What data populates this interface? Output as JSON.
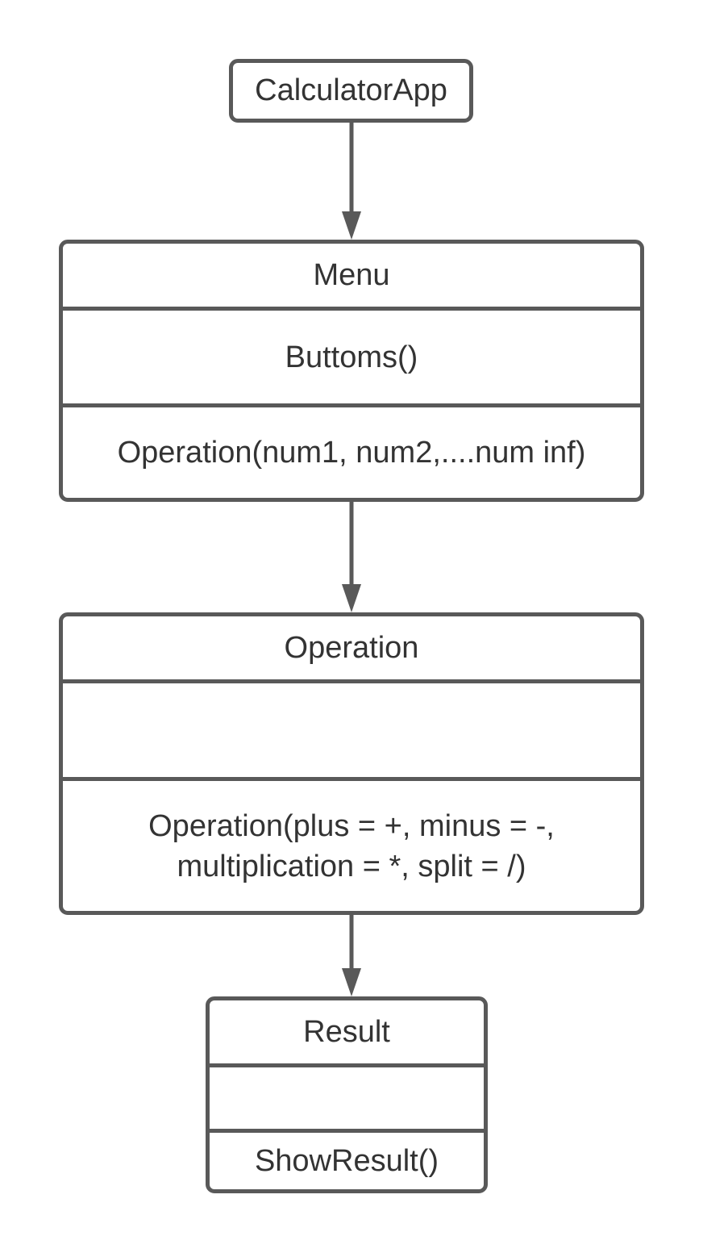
{
  "diagram": {
    "root": {
      "name": "CalculatorApp"
    },
    "classes": [
      {
        "id": "menu",
        "name": "Menu",
        "attributes": "Buttoms()",
        "methods": [
          "Operation(num1, num2,....num inf)"
        ]
      },
      {
        "id": "operation",
        "name": "Operation",
        "attributes": "",
        "methods": [
          "Operation(plus = +, minus = -,",
          "multiplication = *, split = /)"
        ]
      },
      {
        "id": "result",
        "name": "Result",
        "attributes": "",
        "methods": [
          "ShowResult()"
        ]
      }
    ],
    "colors": {
      "stroke": "#595959",
      "text": "#333333",
      "background": "#ffffff"
    }
  }
}
